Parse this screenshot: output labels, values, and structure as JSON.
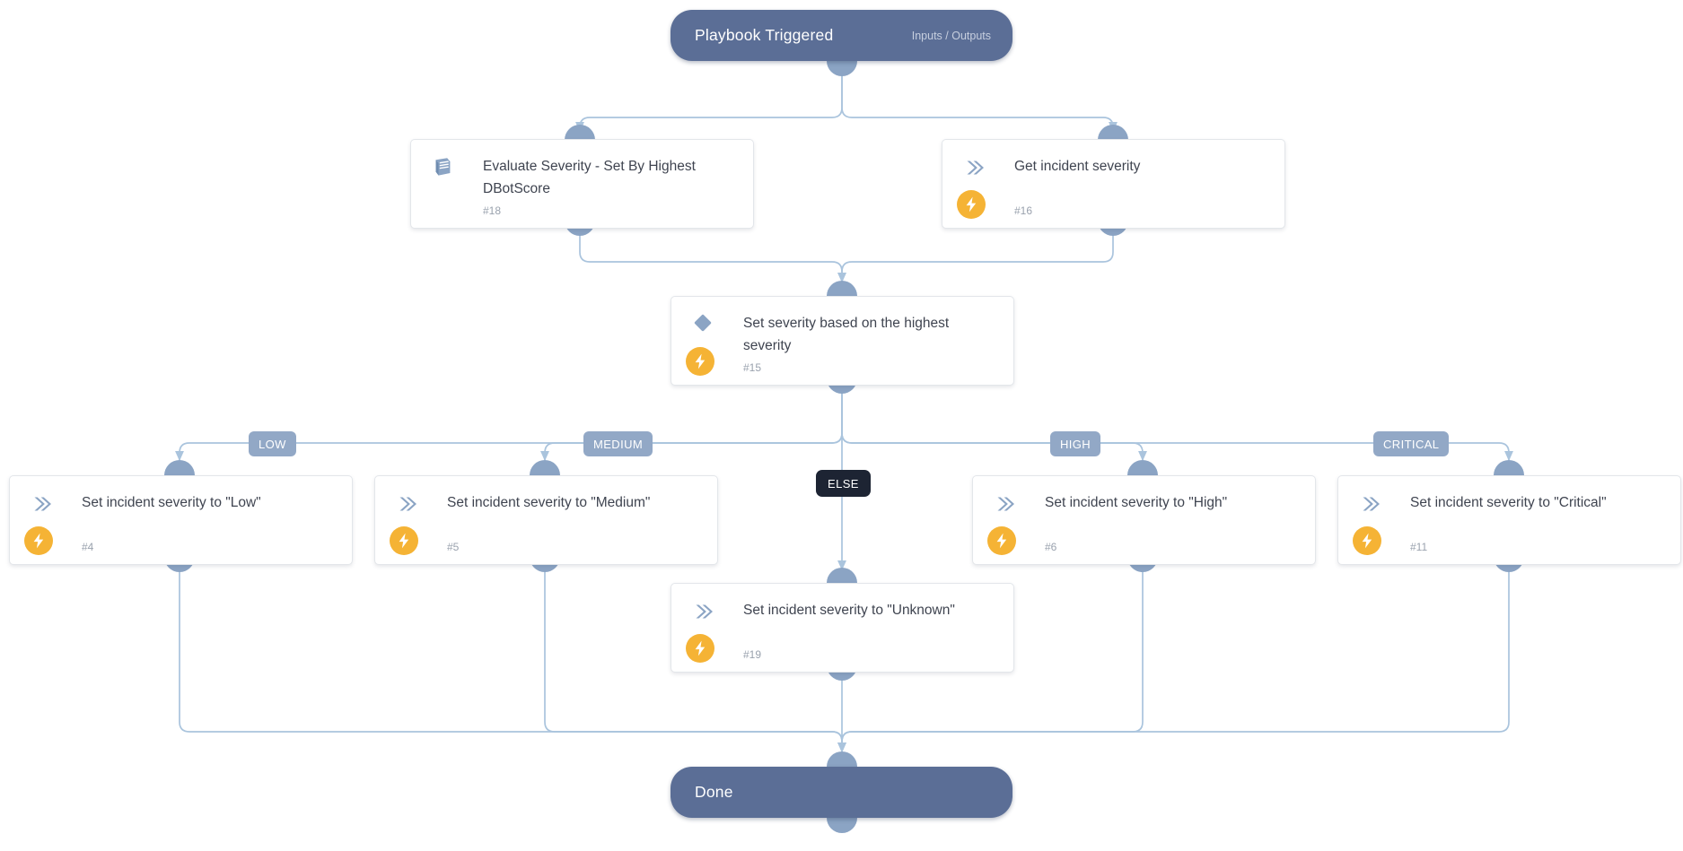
{
  "canvas": {
    "background_color": "#ffffff",
    "edge_color": "#aac4dd",
    "port_color": "#8ba4c4",
    "accent_color": "#5b6e96",
    "automation_badge_color": "#f5b335",
    "branch_label_color": "#92a8c6",
    "else_label_color": "#1d2433"
  },
  "start": {
    "title": "Playbook Triggered",
    "sub": "Inputs / Outputs"
  },
  "end": {
    "title": "Done"
  },
  "nodes": [
    {
      "id": "evaluate-severity",
      "title": "Evaluate Severity - Set By Highest DBotScore",
      "number": "#18",
      "icon": "playbook-book-icon",
      "has_automation_badge": false
    },
    {
      "id": "get-incident-severity",
      "title": "Get incident severity",
      "number": "#16",
      "icon": "chevron-right-icon",
      "has_automation_badge": true
    },
    {
      "id": "set-severity-condition",
      "title": "Set severity based on the highest severity",
      "number": "#15",
      "icon": "diamond-condition-icon",
      "has_automation_badge": true
    },
    {
      "id": "set-low",
      "title": "Set incident severity to \"Low\"",
      "number": "#4",
      "icon": "chevron-right-icon",
      "has_automation_badge": true
    },
    {
      "id": "set-medium",
      "title": "Set incident severity to \"Medium\"",
      "number": "#5",
      "icon": "chevron-right-icon",
      "has_automation_badge": true
    },
    {
      "id": "set-high",
      "title": "Set incident severity to \"High\"",
      "number": "#6",
      "icon": "chevron-right-icon",
      "has_automation_badge": true
    },
    {
      "id": "set-critical",
      "title": "Set incident severity to \"Critical\"",
      "number": "#11",
      "icon": "chevron-right-icon",
      "has_automation_badge": true
    },
    {
      "id": "set-unknown",
      "title": "Set incident severity to \"Unknown\"",
      "number": "#19",
      "icon": "chevron-right-icon",
      "has_automation_badge": true
    }
  ],
  "branch_labels": [
    {
      "id": "low",
      "text": "LOW"
    },
    {
      "id": "medium",
      "text": "MEDIUM"
    },
    {
      "id": "high",
      "text": "HIGH"
    },
    {
      "id": "critical",
      "text": "CRITICAL"
    },
    {
      "id": "else",
      "text": "ELSE"
    }
  ]
}
